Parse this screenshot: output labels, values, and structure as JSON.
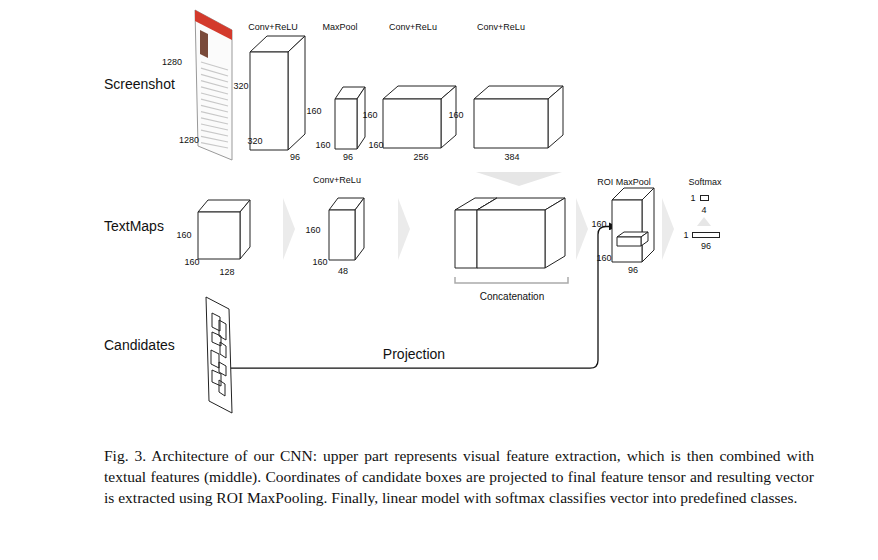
{
  "diagram": {
    "caption": "Fig. 3. Architecture of our CNN: upper part represents visual feature extraction, which is then combined with textual features (middle). Coordinates of candidate boxes are projected to final feature tensor and resulting vector is extracted using ROI MaxPooling. Finally, linear model with softmax classifies vector into predefined classes.",
    "nodes": [
      {
        "text": [
          "1280",
          "1280"
        ]
      },
      {
        "text": [
          "Conv+ReLU",
          "320",
          "320",
          "96"
        ]
      },
      {
        "text": [
          "MaxPool",
          "160",
          "160",
          "96"
        ]
      },
      {
        "text": [
          "Conv+ReLu",
          "160",
          "160",
          "256"
        ]
      },
      {
        "text": [
          "Conv+ReLu",
          "160",
          "384"
        ]
      },
      {
        "text": [
          "160",
          "160",
          "128"
        ]
      },
      {
        "text": [
          "Conv+ReLu",
          "160",
          "160",
          "48"
        ]
      },
      {
        "text": [
          "Concatenation"
        ]
      },
      {
        "text": [
          "ROI MaxPool",
          "160",
          "160",
          "96"
        ]
      },
      {
        "text": [
          "Softmax",
          "1",
          "4"
        ]
      },
      {
        "text": [
          "1",
          "96"
        ]
      },
      {
        "text": [
          "Candidates"
        ]
      }
    ],
    "edges": [
      {
        "from": 11,
        "to": 8,
        "label": "Projection",
        "arrow": "to"
      }
    ],
    "labels": [
      "Screenshot",
      "TextMaps"
    ]
  }
}
